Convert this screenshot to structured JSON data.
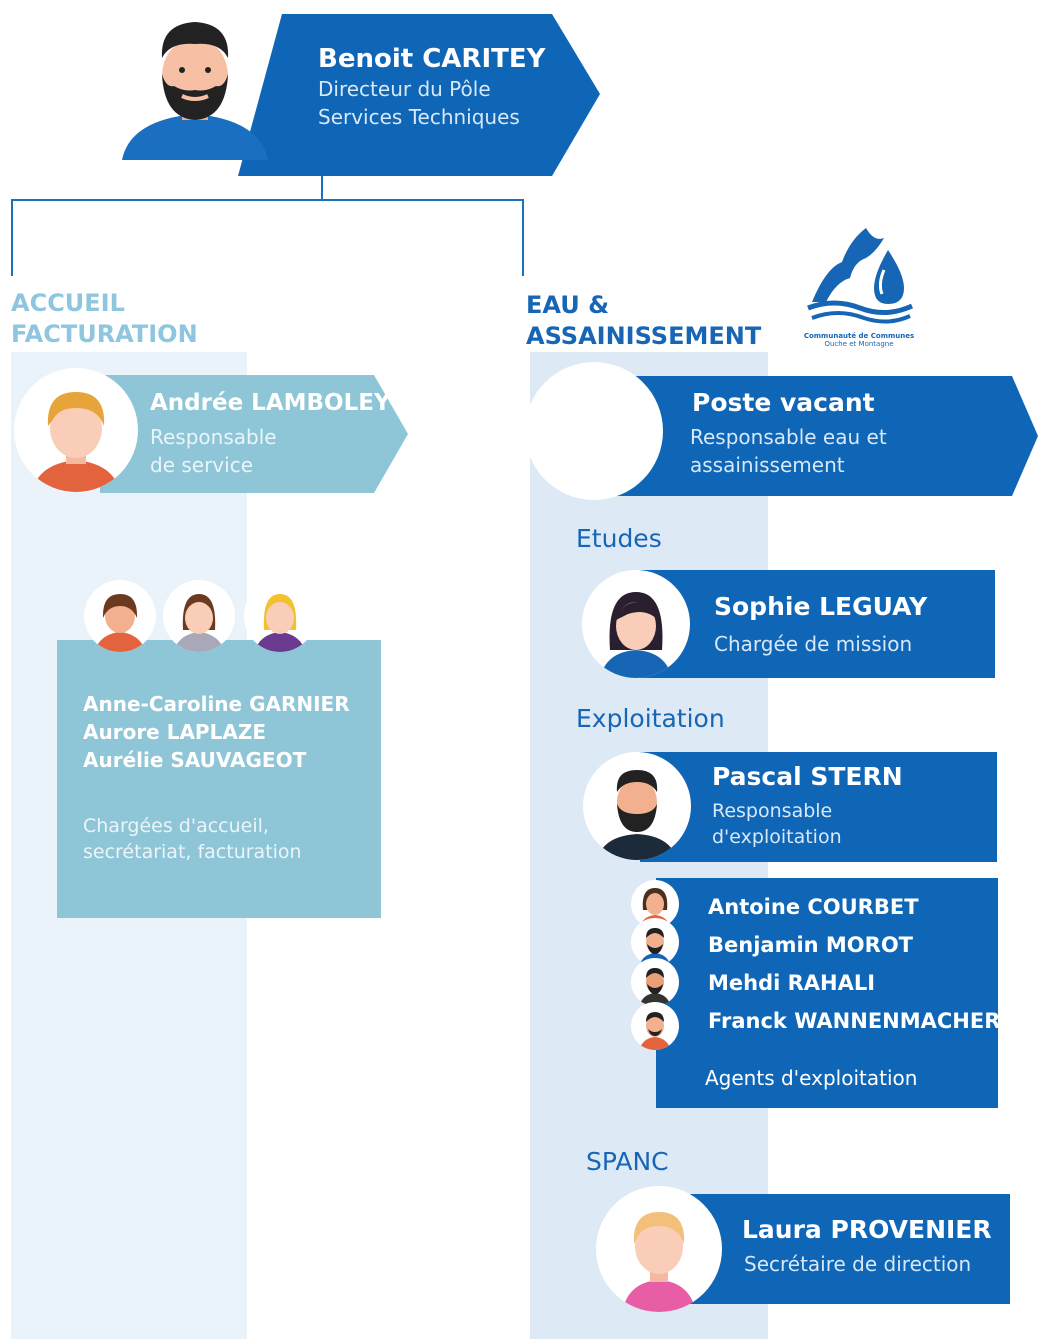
{
  "colors": {
    "primary_blue": "#0f66b7",
    "light_blue": "#8ec6d8",
    "column_left_bg": "#e9f3f9",
    "column_right_bg": "#dde9f5",
    "line": "#1a72bf"
  },
  "director": {
    "name": "Benoit CARITEY",
    "title_line1": "Directeur du Pôle",
    "title_line2": "Services Techniques"
  },
  "accueil": {
    "heading_line1": "ACCUEIL",
    "heading_line2": "FACTURATION",
    "head": {
      "name": "Andrée LAMBOLEY",
      "role_line1": "Responsable",
      "role_line2": "de service"
    },
    "team": {
      "members": [
        "Anne-Caroline GARNIER",
        "Aurore LAPLAZE",
        "Aurélie SAUVAGEOT"
      ],
      "role_line1": "Chargées d'accueil,",
      "role_line2": "secrétariat, facturation"
    }
  },
  "eau": {
    "heading_line1": "EAU &",
    "heading_line2": "ASSAINISSEMENT",
    "logo_text_line1": "Communauté de Communes",
    "logo_text_line2": "Ouche et Montagne",
    "head": {
      "name": "Poste vacant",
      "role_line1": "Responsable eau et",
      "role_line2": "assainissement"
    },
    "etudes": {
      "label": "Etudes",
      "name": "Sophie LEGUAY",
      "role": "Chargée de mission"
    },
    "exploitation": {
      "label": "Exploitation",
      "name": "Pascal STERN",
      "role_line1": "Responsable",
      "role_line2": "d'exploitation",
      "agents": [
        "Antoine COURBET",
        "Benjamin MOROT",
        "Mehdi RAHALI",
        "Franck WANNENMACHER"
      ],
      "agents_role": "Agents d'exploitation"
    },
    "spanc": {
      "label": "SPANC",
      "name": "Laura PROVENIER",
      "role": "Secrétaire de direction"
    }
  }
}
